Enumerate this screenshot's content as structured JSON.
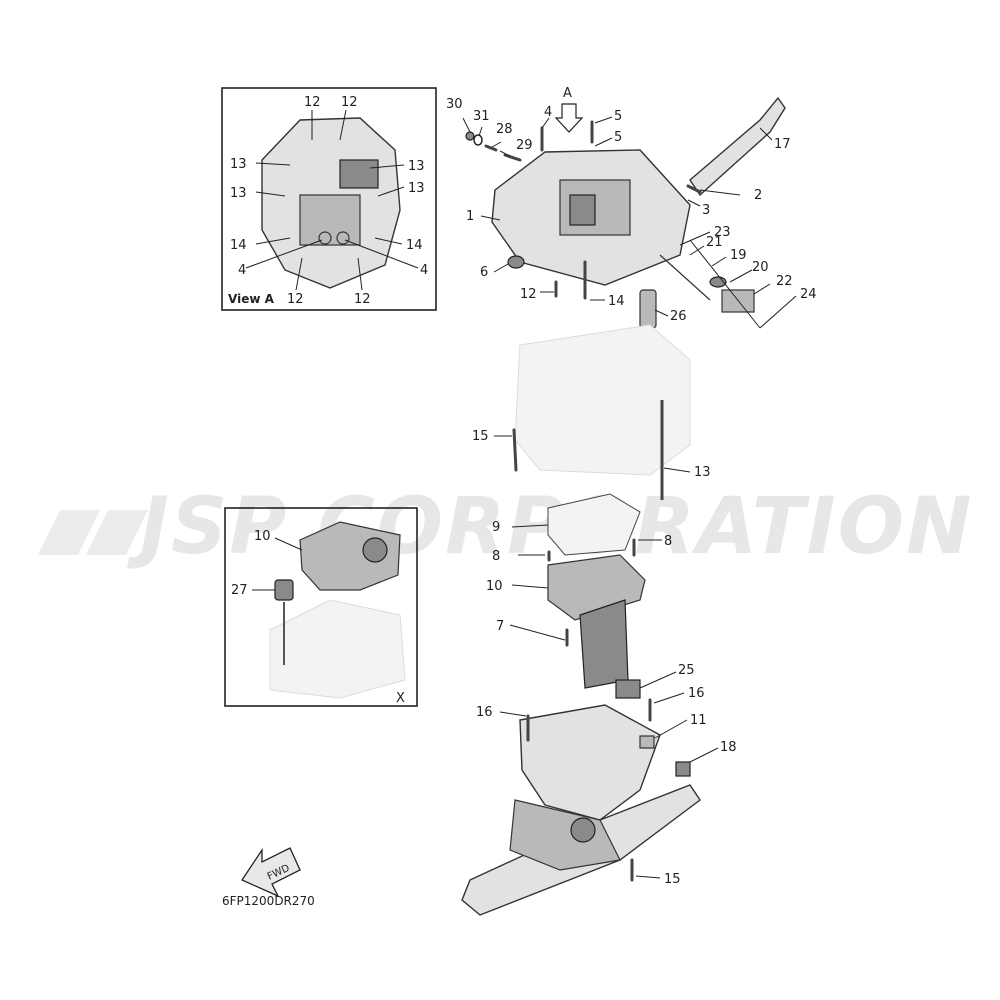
{
  "watermark": "JSP CORPORATION",
  "drawing_code": "6FP1200DR270",
  "view_a": {
    "title": "View A",
    "labels": [
      "12",
      "12",
      "13",
      "13",
      "13",
      "13",
      "14",
      "14",
      "4",
      "4",
      "12",
      "12"
    ]
  },
  "view_x": {
    "title": "X",
    "labels": [
      "10",
      "27"
    ]
  },
  "arrow_a": "A",
  "fwd": "FWD",
  "callouts": [
    "30",
    "31",
    "28",
    "29",
    "4",
    "5",
    "5",
    "17",
    "2",
    "3",
    "1",
    "23",
    "21",
    "19",
    "20",
    "22",
    "24",
    "6",
    "12",
    "14",
    "26",
    "15",
    "13",
    "9",
    "8",
    "8",
    "10",
    "7",
    "25",
    "16",
    "16",
    "11",
    "18",
    "15"
  ]
}
